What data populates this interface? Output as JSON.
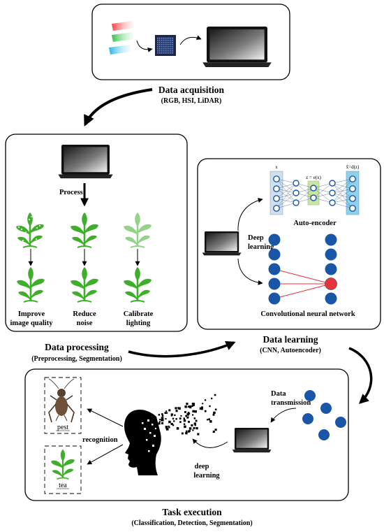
{
  "acquisition": {
    "title": "Data acquisition",
    "subtitle": "(RGB, HSI, LiDAR)"
  },
  "processing": {
    "process_label": "Process",
    "steps": [
      {
        "line1": "Improve",
        "line2": "image quality"
      },
      {
        "line1": "Reduce",
        "line2": "noise"
      },
      {
        "line1": "Calibrate",
        "line2": "lighting"
      }
    ],
    "title": "Data processing",
    "subtitle": "(Preprocessing, Segmentation)"
  },
  "learning": {
    "x_label": "x",
    "z_label": "z = e(x)",
    "xhat_label": "x̂=d(z)",
    "autoencoder_label": "Auto-encoder",
    "deep_label_1": "Deep",
    "deep_label_2": "learning",
    "cnn_label": "Convolutional neural network",
    "title": "Data learning",
    "subtitle": "(CNN, Autoencoder)"
  },
  "execution": {
    "transmission_1": "Data",
    "transmission_2": "transmission",
    "recognition": "recognition",
    "deep_1": "deep",
    "deep_2": "learning",
    "pest_label": "pest",
    "tea_label": "tea",
    "title": "Task execution",
    "subtitle": "(Classification, Detection, Segmentation)"
  },
  "colors": {
    "node_blue": "#1a56a8",
    "node_red": "#e8323c",
    "plant_green": "#3fae2a",
    "ae_input_fill": "#cfe0ec",
    "ae_latent_fill": "#c9e6a0",
    "ae_output_fill": "#8fd0ea"
  }
}
